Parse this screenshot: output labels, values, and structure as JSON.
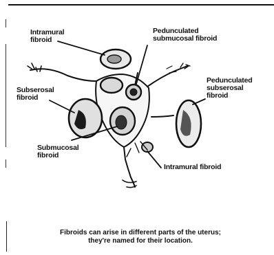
{
  "labels": {
    "intramural_top": "Intramural\nfibroid",
    "pedunculated_submucosal": "Pedunculated\nsubmucosal fibroid",
    "pedunculated_subserosal": "Pedunculated\nsubserosal\nfibroid",
    "subserosal": "Subserosal\nfibroid",
    "submucosal": "Submucosal\nfibroid",
    "intramural_bottom": "Intramural fibroid"
  },
  "caption": {
    "line1": "Fibroids can arise in different parts of the uterus;",
    "line2": "they're named for their location."
  }
}
